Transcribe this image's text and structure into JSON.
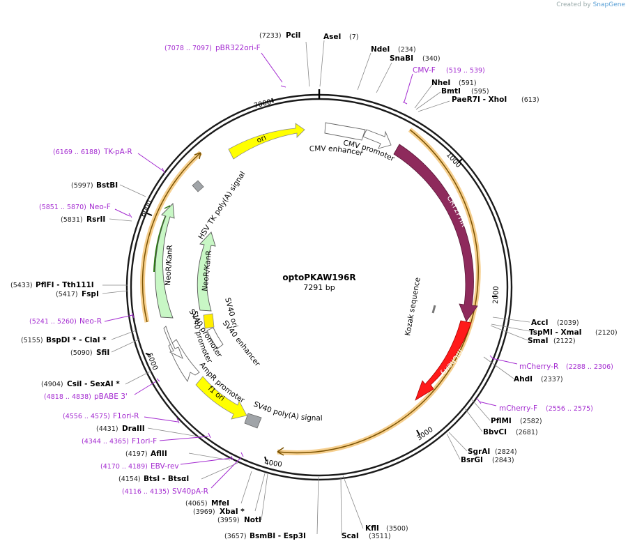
{
  "credit": {
    "prefix": "Created by",
    "brand": "SnapGene"
  },
  "plasmid": {
    "name": "optoPKAW196R",
    "size": "7291 bp"
  },
  "ticks": [
    "1000",
    "2000",
    "3000",
    "4000",
    "5000",
    "6000",
    "7000"
  ],
  "features": {
    "cmv_enhancer": "CMV enhancer",
    "cmv_promoter": "CMV promoter",
    "cry2phr": "CRY2PHR",
    "kozak": "Kozak sequence",
    "mcherry": "mCherry",
    "sv40_polya": "SV40 poly(A) signal",
    "f1_ori": "f1 ori",
    "ampr_promoter": "AmpR promoter",
    "sv40_promoter_outer": "SV40 promoter",
    "sv40_promoter_inner": "SV40 promoter",
    "sv40_ori": "SV40 ori",
    "sv40_enhancer": "SV40 enhancer",
    "neor_outer": "NeoR/KanR",
    "neor_inner": "NeoR/KanR",
    "hsv_tk": "HSV TK poly(A) signal",
    "ori": "ori"
  },
  "sites": [
    {
      "pos": "(7233)",
      "name": "PciI"
    },
    {
      "pos": "(7)",
      "name": "AseI"
    },
    {
      "pos": "(234)",
      "name": "NdeI"
    },
    {
      "pos": "(340)",
      "name": "SnaBI"
    },
    {
      "pos": "(591)",
      "name": "NheI"
    },
    {
      "pos": "(595)",
      "name": "BmtI"
    },
    {
      "pos": "(613)",
      "name": "PaeR7I - XhoI"
    },
    {
      "pos": "(2039)",
      "name": "AccI"
    },
    {
      "pos": "(2120)",
      "name": "TspMI - XmaI"
    },
    {
      "pos": "(2122)",
      "name": "SmaI"
    },
    {
      "pos": "(2337)",
      "name": "AhdI"
    },
    {
      "pos": "(2582)",
      "name": "PflMI"
    },
    {
      "pos": "(2681)",
      "name": "BbvCI"
    },
    {
      "pos": "(2824)",
      "name": "SgrAI"
    },
    {
      "pos": "(2843)",
      "name": "BsrGI"
    },
    {
      "pos": "(3500)",
      "name": "KflI"
    },
    {
      "pos": "(3511)",
      "name": "ScaI"
    },
    {
      "pos": "(3657)",
      "name": "BsmBI - Esp3I"
    },
    {
      "pos": "(3959)",
      "name": "NotI"
    },
    {
      "pos": "(3969)",
      "name": "XbaI *"
    },
    {
      "pos": "(4065)",
      "name": "MfeI"
    },
    {
      "pos": "(4154)",
      "name": "BtsI - BtsαI"
    },
    {
      "pos": "(4197)",
      "name": "AflII"
    },
    {
      "pos": "(4431)",
      "name": "DraIII"
    },
    {
      "pos": "(4904)",
      "name": "CsiI - SexAI *"
    },
    {
      "pos": "(5090)",
      "name": "SfiI"
    },
    {
      "pos": "(5155)",
      "name": "BspDI * - ClaI *"
    },
    {
      "pos": "(5417)",
      "name": "FspI"
    },
    {
      "pos": "(5433)",
      "name": "PflFI - Tth111I"
    },
    {
      "pos": "(5831)",
      "name": "RsrII"
    },
    {
      "pos": "(5997)",
      "name": "BstBI"
    }
  ],
  "primers": [
    {
      "range": "(7078 .. 7097)",
      "name": "pBR322ori-F"
    },
    {
      "range": "(519 .. 539)",
      "name": "CMV-F"
    },
    {
      "range": "(2288 .. 2306)",
      "name": "mCherry-R"
    },
    {
      "range": "(2556 .. 2575)",
      "name": "mCherry-F"
    },
    {
      "range": "(4818 .. 4838)",
      "name": "pBABE 3'"
    },
    {
      "range": "(4556 .. 4575)",
      "name": "F1ori-R"
    },
    {
      "range": "(4344 .. 4365)",
      "name": "F1ori-F"
    },
    {
      "range": "(4170 .. 4189)",
      "name": "EBV-rev"
    },
    {
      "range": "(4116 .. 4135)",
      "name": "SV40pA-R"
    },
    {
      "range": "(5241 .. 5260)",
      "name": "Neo-R"
    },
    {
      "range": "(5851 .. 5870)",
      "name": "Neo-F"
    },
    {
      "range": "(6169 .. 6188)",
      "name": "TK-pA-R"
    }
  ],
  "colors": {
    "backbone": "#1a1a1a",
    "cry2phr": "#8e2a5c",
    "mcherry": "#ff1a1a",
    "ori": "#ffff00",
    "neor": "#c8f7c5",
    "promoter": "#ffffff",
    "polya": "#a0a4a8",
    "orf_glow": "#f6cf8e",
    "orf_line": "#7a5200",
    "primer": "#a32ad0",
    "neo_orf_line": "#2a7a12"
  },
  "diagram_type": "circular plasmid map"
}
